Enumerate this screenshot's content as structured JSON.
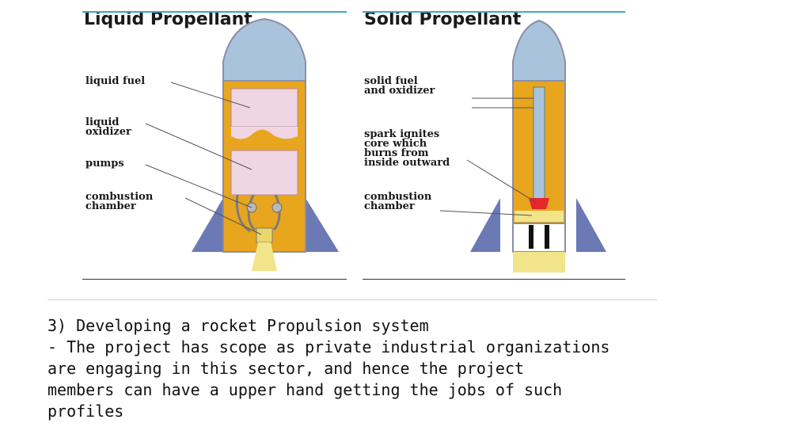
{
  "panels": {
    "liquid": {
      "title": "Liquid Propellant",
      "labels": {
        "fuel": "liquid fuel",
        "oxidizer": "liquid\noxidizer",
        "pumps": "pumps",
        "chamber": "combustion\nchamber"
      }
    },
    "solid": {
      "title": "Solid Propellant",
      "labels": {
        "fuel": "solid fuel\nand oxidizer",
        "spark": "spark ignites\ncore which\nburns from\ninside outward",
        "chamber": "combustion\nchamber"
      }
    }
  },
  "notes": {
    "heading": "3) Developing a rocket Propulsion system",
    "lines": [
      "- The project has scope as private industrial organizations",
      "are engaging in this sector, and hence the project",
      "members can have a upper hand getting the jobs of such",
      "profiles"
    ]
  },
  "colors": {
    "accent_rule": "#3ea6c6",
    "nose_cone": "#a9c3dc",
    "fins": "#6b79b5",
    "propellant": "#e8a51e",
    "tank": "#f0d6e3",
    "flame": "#f2e48a",
    "spark": "#e8262a"
  }
}
